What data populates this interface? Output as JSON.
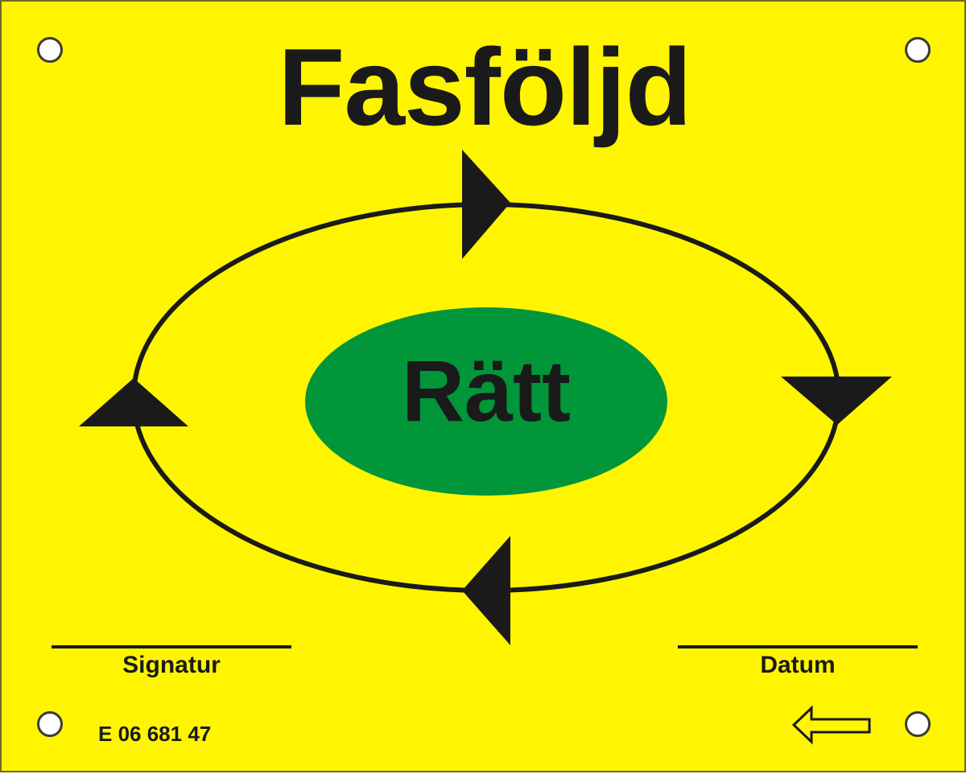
{
  "sign": {
    "title": "Fasföljd",
    "center_label": "Rätt",
    "signature_label": "Signatur",
    "date_label": "Datum",
    "article_number": "E 06 681 47"
  },
  "colors": {
    "background": "#fff500",
    "center_ellipse": "#009639",
    "ink": "#1a1a1a"
  },
  "icons": {
    "mounting_holes": "circle",
    "rotation_arrows": "triangle-arrowhead",
    "reference_arrow": "left-arrow-outline"
  }
}
